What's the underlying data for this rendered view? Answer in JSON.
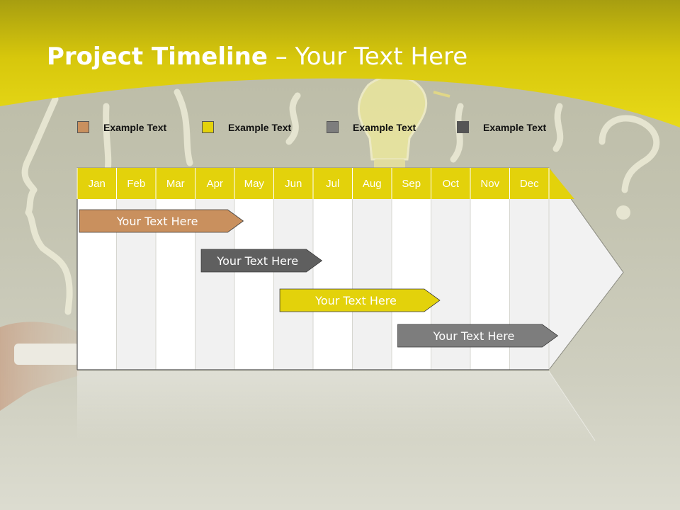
{
  "header": {
    "title_bold": "Project Timeline",
    "title_rest": " – Your Text Here"
  },
  "legend": [
    {
      "label": "Example Text",
      "color": "#c9905e"
    },
    {
      "label": "Example Text",
      "color": "#e3d20b"
    },
    {
      "label": "Example Text",
      "color": "#7d7d7d"
    },
    {
      "label": "Example Text",
      "color": "#555555"
    }
  ],
  "timeline": {
    "months": [
      "Jan",
      "Feb",
      "Mar",
      "Apr",
      "May",
      "Jun",
      "Jul",
      "Aug",
      "Sep",
      "Oct",
      "Nov",
      "Dec"
    ],
    "tasks": [
      {
        "label": "Your  Text Here",
        "start_month": 1,
        "end_month": 4.9,
        "color": "#c9905e"
      },
      {
        "label": "Your  Text Here",
        "start_month": 4.1,
        "end_month": 6.9,
        "color": "#5f5f5f"
      },
      {
        "label": "Your  Text Here",
        "start_month": 6.1,
        "end_month": 9.9,
        "color": "#e3d20b"
      },
      {
        "label": "Your  Text Here",
        "start_month": 9.1,
        "end_month": 12.9,
        "color": "#7d7d7d"
      }
    ]
  },
  "colors": {
    "header_yellow": "#e3d20b",
    "column_white": "#ffffff",
    "column_grey": "#f1f1f1"
  }
}
